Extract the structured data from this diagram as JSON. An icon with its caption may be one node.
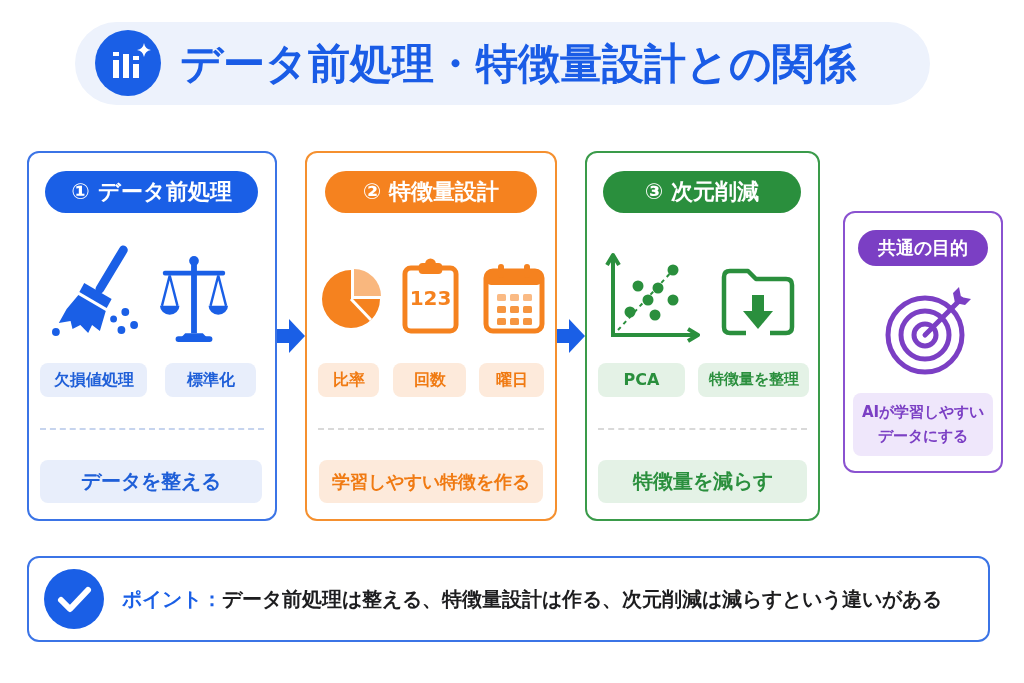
{
  "diagram": {
    "title": "データ前処理・特徴量設計との関係",
    "nodes": [
      {
        "text": [
          "① データ前処理"
        ]
      },
      {
        "text": [
          "欠損値処理"
        ],
        "in": 0
      },
      {
        "text": [
          "標準化"
        ],
        "in": 0
      },
      {
        "text": [
          "データを整える"
        ],
        "in": 0
      },
      {
        "text": [
          "② 特徴量設計"
        ]
      },
      {
        "text": [
          "比率"
        ],
        "in": 4
      },
      {
        "text": [
          "回数"
        ],
        "in": 4
      },
      {
        "text": [
          "曜日"
        ],
        "in": 4
      },
      {
        "text": [
          "学習しやすい特徴を作る"
        ],
        "in": 4
      },
      {
        "text": [
          "③ 次元削減"
        ]
      },
      {
        "text": [
          "PCA"
        ],
        "in": 9
      },
      {
        "text": [
          "特徴量を整理"
        ],
        "in": 9
      },
      {
        "text": [
          "特徴量を減らす"
        ],
        "in": 9
      },
      {
        "text": [
          "共通の目的"
        ]
      },
      {
        "text": [
          "AIが学習しやすいデータにする"
        ],
        "in": 13
      },
      {
        "text": [
          "ポイント：",
          "データ前処理は整える、特徴量設計は作る、次元削減は減らすという違いがある"
        ]
      }
    ],
    "edges": [
      {
        "from": 0,
        "to": 4,
        "arrow": "to"
      },
      {
        "from": 4,
        "to": 9,
        "arrow": "to"
      }
    ],
    "labels": [
      "123"
    ]
  }
}
